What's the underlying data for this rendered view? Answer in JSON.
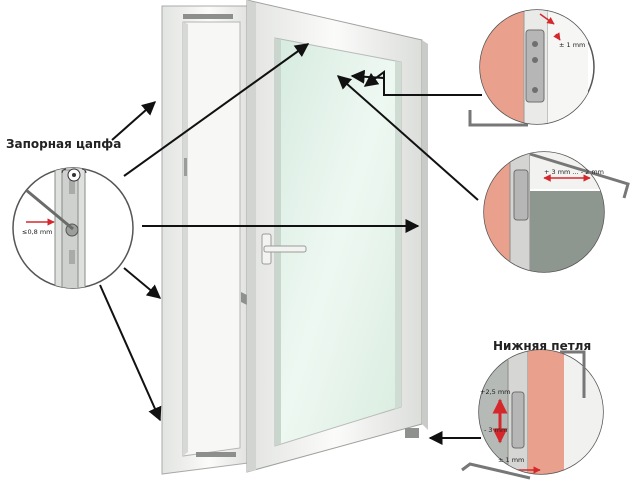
{
  "labels": {
    "lock_pin": "Запорная цапфа",
    "bottom_hinge": "Нижняя петля"
  },
  "callouts": {
    "lock_pin_gap": "≤0,8 mm",
    "top_right_gap": "± 1 mm",
    "middle_right_gap": "+ 3 mm ... - 2 mm",
    "bottom_right_gap_1": "+2,5 mm",
    "bottom_right_gap_2": "- 3 mm",
    "bottom_right_gap_3": "± 1 mm"
  },
  "colors": {
    "frame_white": "#f4f4f2",
    "frame_shadow": "#c9cbc8",
    "glass": "#e4f1ea",
    "arrow": "#111111",
    "wall_pink": "#e9a08d",
    "hinge_metal": "#b6b6b6",
    "marker_red": "#d5282c"
  }
}
